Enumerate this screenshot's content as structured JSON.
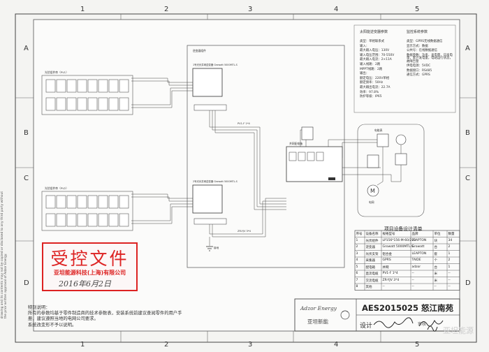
{
  "zones": {
    "columns": [
      "1",
      "2",
      "3",
      "4",
      "5"
    ],
    "rows": [
      "A",
      "B",
      "C",
      "D"
    ]
  },
  "spec": {
    "left": {
      "title": "太阳能逆变器参数",
      "lines": [
        "类型：单相联系式",
        "输入：",
        "最大输入电压：130V",
        "输入电压范围：70-550V",
        "最大输入电流：2×11A",
        "输入线路：2路",
        "MPPT线路：2路",
        "输出：",
        "额定电压：220V单相",
        "额定频率：50Hz",
        "最大输出电流：22.7A",
        "效率：97.8%",
        "防护等级：IP65"
      ]
    },
    "right": {
      "title": "监控系统参数",
      "lines": [
        "类型：GPRS无线数据通信",
        "显示方式：数据",
        "公共号：在线数据通信",
        "数据参数：功率，发电量，日发电量，累计发电量，电站运行状态，故障告警",
        "供电电源：5VDC",
        "数据接口：RS485",
        "通信方式：GPRS"
      ]
    }
  },
  "diagram": {
    "labels": {
      "array1": "光伏组件串（PV1）",
      "array2": "光伏组件串（PV2）",
      "inv_box": "逆变器组件",
      "inv1": "1号光伏并网逆变器 Growatt 5000MTL-S",
      "inv2": "2号光伏并网逆变器 Growatt 5000MTL-S",
      "dist": "并网配电箱",
      "meter": "电能表",
      "grid": "电网",
      "cable1": "PV1-F 1*4",
      "cable2": "ZR-YJV 3*4",
      "earth": "接地"
    }
  },
  "table": {
    "title": "项目设备设计清单",
    "headers": [
      "序号",
      "设备名称",
      "规格型号",
      "品牌",
      "单位",
      "数量"
    ],
    "rows": [
      [
        "1",
        "光伏组件",
        "LP156*156-M-60/270",
        "LEAPTON",
        "块",
        "34"
      ],
      [
        "2",
        "逆变器",
        "Growatt 5000MTL-S",
        "Growatt",
        "台",
        "2"
      ],
      [
        "3",
        "光伏支架",
        "铝合金",
        "LEAPTON",
        "套",
        "1"
      ],
      [
        "4",
        "采集器",
        "GPRS",
        "TAIDE",
        "个",
        "2"
      ],
      [
        "5",
        "配电箱",
        "并网",
        "adzor",
        "台",
        "1"
      ],
      [
        "6",
        "直流电缆",
        "PV1-F 1*4",
        "--",
        "米",
        "--"
      ],
      [
        "7",
        "交流电缆",
        "ZR-YJV 3*4",
        "--",
        "米",
        "--"
      ],
      [
        "8",
        "其他",
        "--",
        "--",
        "--",
        "--"
      ]
    ]
  },
  "title_block": {
    "logo_en": "Adzor Energy",
    "logo_cn": "亚坦新能",
    "drawing_no": "AES2015025 怒江南苑",
    "design_label": "设计",
    "review_label": "审核"
  },
  "stamp": {
    "title": "受控文件",
    "company": "亚坦能源科技(上海)有限公司",
    "date": "2016年6月2日"
  },
  "notes": {
    "heading": "特别说明：",
    "lines": [
      "所有的参数均基于零件制造商的技术参数表，安装系统前建议查阅零件的用户手",
      "册，建议遵照当地的电网公司要求。",
      "系统改变形不予以说明。"
    ]
  },
  "side_note": "This document contains confidential and proprietary information of Adzor Energy. The drawing and its contents may not be copied or disclosed to any third party without the prior written approval of Adzor Energy.",
  "watermark": "亚坦能源"
}
